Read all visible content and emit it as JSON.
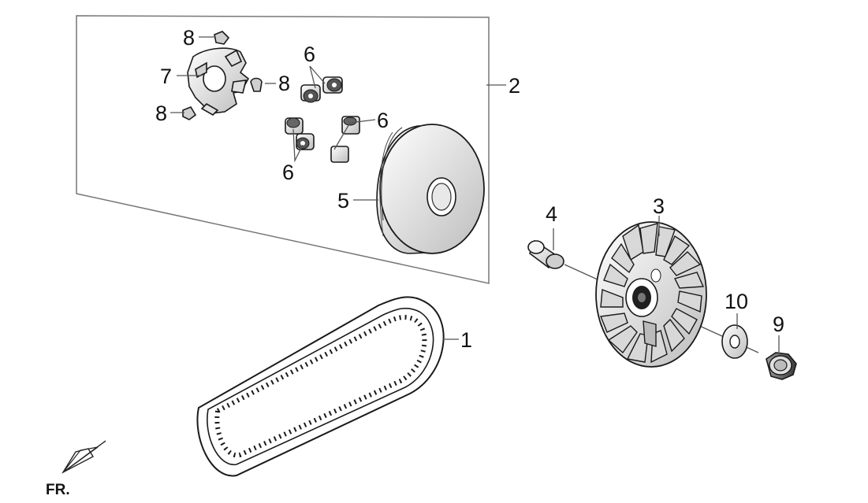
{
  "diagram": {
    "callouts": {
      "c1": "1",
      "c2": "2",
      "c3": "3",
      "c4": "4",
      "c5": "5",
      "c6a": "6",
      "c6b": "6",
      "c6c": "6",
      "c7": "7",
      "c8a": "8",
      "c8b": "8",
      "c8c": "8",
      "c9": "9",
      "c10": "10"
    },
    "direction_label": "FR."
  }
}
